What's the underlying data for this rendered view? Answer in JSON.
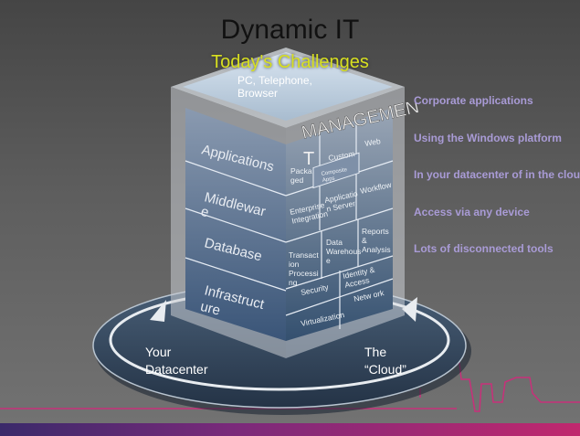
{
  "slide": {
    "title": "Dynamic IT",
    "subtitle": "Today's Challenges"
  },
  "cube": {
    "top_face": [
      "PC, Telephone,",
      "Browser"
    ],
    "management_label": "MANAGEMEN",
    "management_label_t": "T",
    "layers": [
      [
        "Applications"
      ],
      [
        "Middlewar",
        "e"
      ],
      [
        "Database"
      ],
      [
        "Infrastruct",
        "ure"
      ]
    ],
    "cells": {
      "packaged": [
        "Packa",
        "ged"
      ],
      "custom": "Custom",
      "web": "Web",
      "composite_apps": [
        "Composite",
        "Apps"
      ],
      "enterprise_integration": [
        "Enterprise",
        "Integration"
      ],
      "application_server": [
        "Applicatio",
        "n Server"
      ],
      "workflow": "Workflow",
      "transaction_processing": [
        "Transact",
        "ion",
        "Processi",
        "ng"
      ],
      "data_warehouse": [
        "Data",
        "Warehous",
        "e"
      ],
      "reports_analysis": [
        "Reports",
        "&",
        "Analysis"
      ],
      "security": "Security",
      "identity_access": [
        "Identity &",
        "Access"
      ],
      "network": "Netw ork",
      "virtualization": "Virtualization"
    }
  },
  "ring": {
    "left_label": [
      "Your",
      "Datacenter"
    ],
    "right_label": [
      "The",
      "“Cloud”"
    ]
  },
  "bullets": [
    "Corporate applications",
    "Using the Windows platform",
    "In your datacenter of in the cloud",
    "Access via any device",
    "Lots of disconnected tools"
  ],
  "colors": {
    "accent_line": "#c8307a",
    "bullet_text": "#a99bd6",
    "subtitle": "#d8e020",
    "cube_blue": "#4e6a8c"
  }
}
